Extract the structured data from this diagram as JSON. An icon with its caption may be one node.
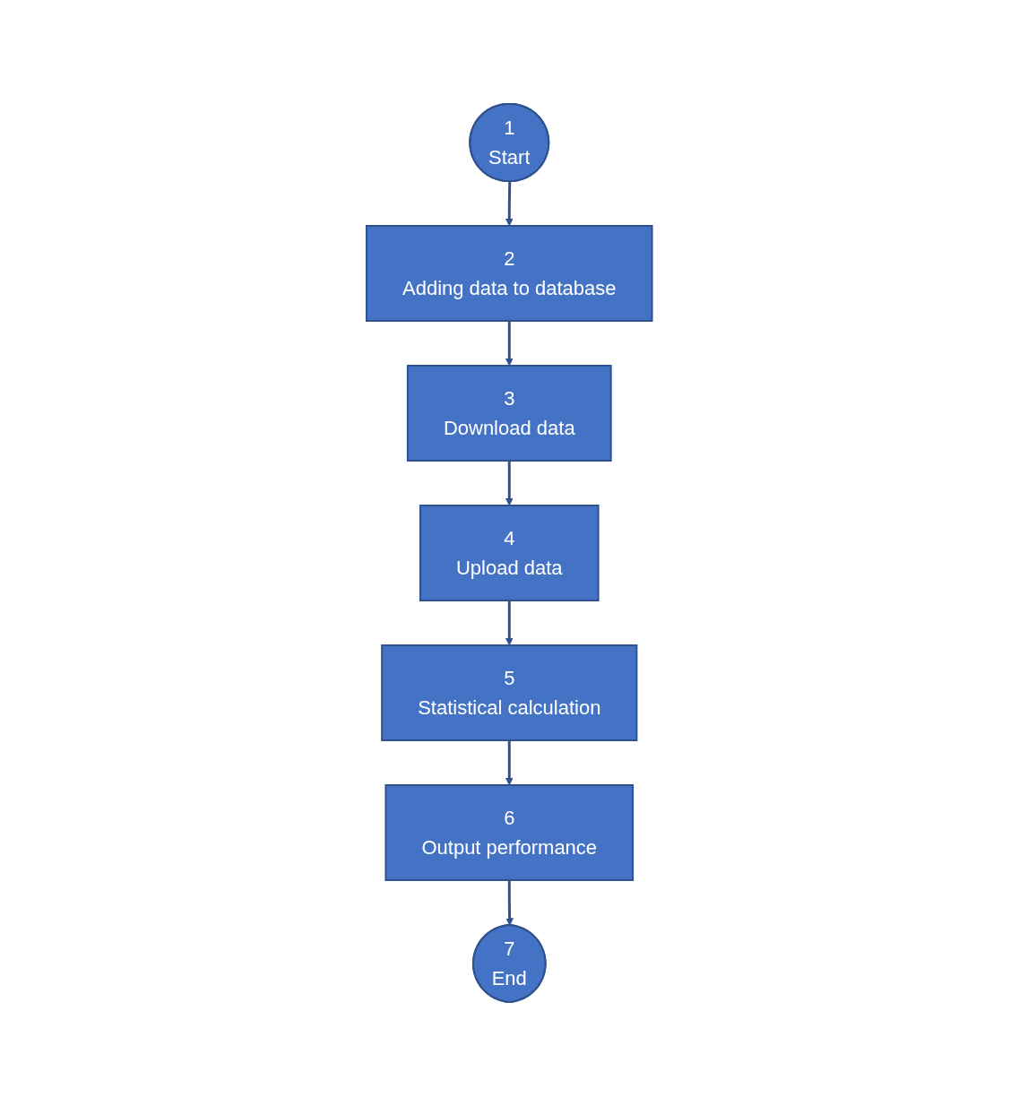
{
  "diagram": {
    "nodes": [
      {
        "text": [
          "1",
          "Start"
        ]
      },
      {
        "text": [
          "2",
          "Adding data to database"
        ]
      },
      {
        "text": [
          "3",
          "Download data"
        ]
      },
      {
        "text": [
          "4",
          "Upload data"
        ]
      },
      {
        "text": [
          "5",
          "Statistical calculation"
        ]
      },
      {
        "text": [
          "6",
          "Output performance"
        ]
      },
      {
        "text": [
          "7",
          "End"
        ]
      }
    ],
    "edges": [
      {
        "from": 0,
        "to": 1,
        "arrow": "to"
      },
      {
        "from": 1,
        "to": 2,
        "arrow": "to"
      },
      {
        "from": 2,
        "to": 3,
        "arrow": "to"
      },
      {
        "from": 3,
        "to": 4,
        "arrow": "to"
      },
      {
        "from": 4,
        "to": 5,
        "arrow": "to"
      },
      {
        "from": 5,
        "to": 6,
        "arrow": "to"
      }
    ]
  }
}
